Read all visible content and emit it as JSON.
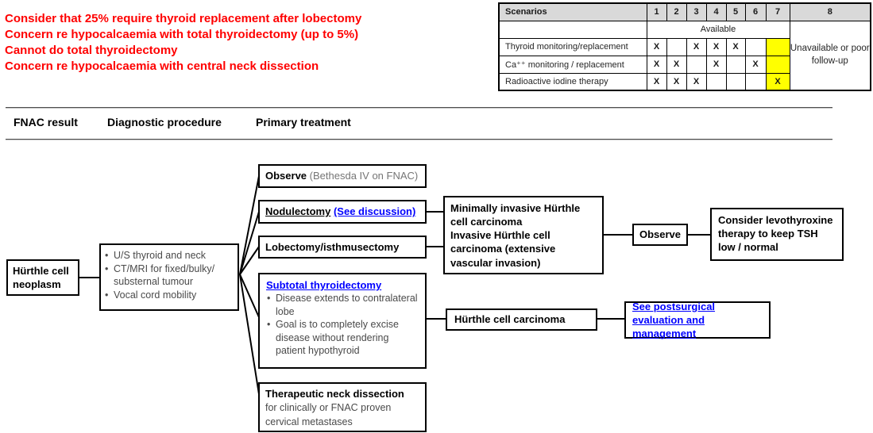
{
  "notes": {
    "color": "#FF0000",
    "lines": [
      "Consider that 25% require thyroid replacement after lobectomy",
      "Concern re hypocalcaemia with total thyroidectomy (up to 5%)",
      "Cannot do total thyroidectomy",
      "Concern re hypocalcaemia with central neck dissection"
    ]
  },
  "scenario_table": {
    "header": [
      "Scenarios",
      "1",
      "2",
      "3",
      "4",
      "5",
      "6",
      "7",
      "8"
    ],
    "available_label": "Available",
    "unavailable_label": "Unavailable or poor follow-up",
    "rows": [
      {
        "label": "Thyroid monitoring/replacement",
        "marks": [
          "X",
          "",
          "X",
          "X",
          "X",
          "",
          ""
        ]
      },
      {
        "label": "Ca⁺⁺ monitoring / replacement",
        "marks": [
          "X",
          "X",
          "",
          "X",
          "",
          "X",
          ""
        ]
      },
      {
        "label": "Radioactive iodine therapy",
        "marks": [
          "X",
          "X",
          "X",
          "",
          "",
          "",
          "X"
        ]
      }
    ],
    "colors": {
      "header_bg": "#D9D9D9",
      "highlight": "#FFFF00"
    }
  },
  "column_headers": [
    "FNAC result",
    "Diagnostic procedure",
    "Primary treatment"
  ],
  "flowchart": {
    "neoplasm": {
      "title": "Hürthle cell neoplasm"
    },
    "diagnostic": {
      "bullets": [
        "U/S thyroid and neck",
        "CT/MRI for fixed/bulky/​substernal tumour",
        "Vocal cord mobility"
      ]
    },
    "observe_fnac": {
      "bold": "Observe",
      "note": "(Bethesda IV on FNAC)"
    },
    "nodulectomy": {
      "title": "Nodulectomy",
      "link": "(See discussion)"
    },
    "lobectomy": {
      "title": "Lobectomy/isthmusectomy"
    },
    "subtotal": {
      "link": "Subtotal thyroidectomy",
      "bullets": [
        "Disease extends to contralateral lobe",
        "Goal is to completely excise disease without rendering patient hypothyroid"
      ]
    },
    "neck_dissection": {
      "bold": "Therapeutic neck dissection",
      "body": "for clinically or FNAC proven cervical metastases"
    },
    "carcinoma_types": {
      "lines": [
        "Minimally invasive Hürthle cell carcinoma",
        "Invasive Hürthle cell carcinoma (extensive vascular invasion)"
      ]
    },
    "observe": {
      "title": "Observe"
    },
    "levothyroxine": {
      "title": "Consider levothyroxine therapy to keep TSH low / normal"
    },
    "carcinoma": {
      "title": "Hürthle cell carcinoma"
    },
    "postsurgical": {
      "link": "See postsurgical evaluation and management"
    }
  },
  "colors": {
    "note_red": "#FF0000",
    "link_blue": "#0000FF",
    "box_border": "#000000"
  }
}
